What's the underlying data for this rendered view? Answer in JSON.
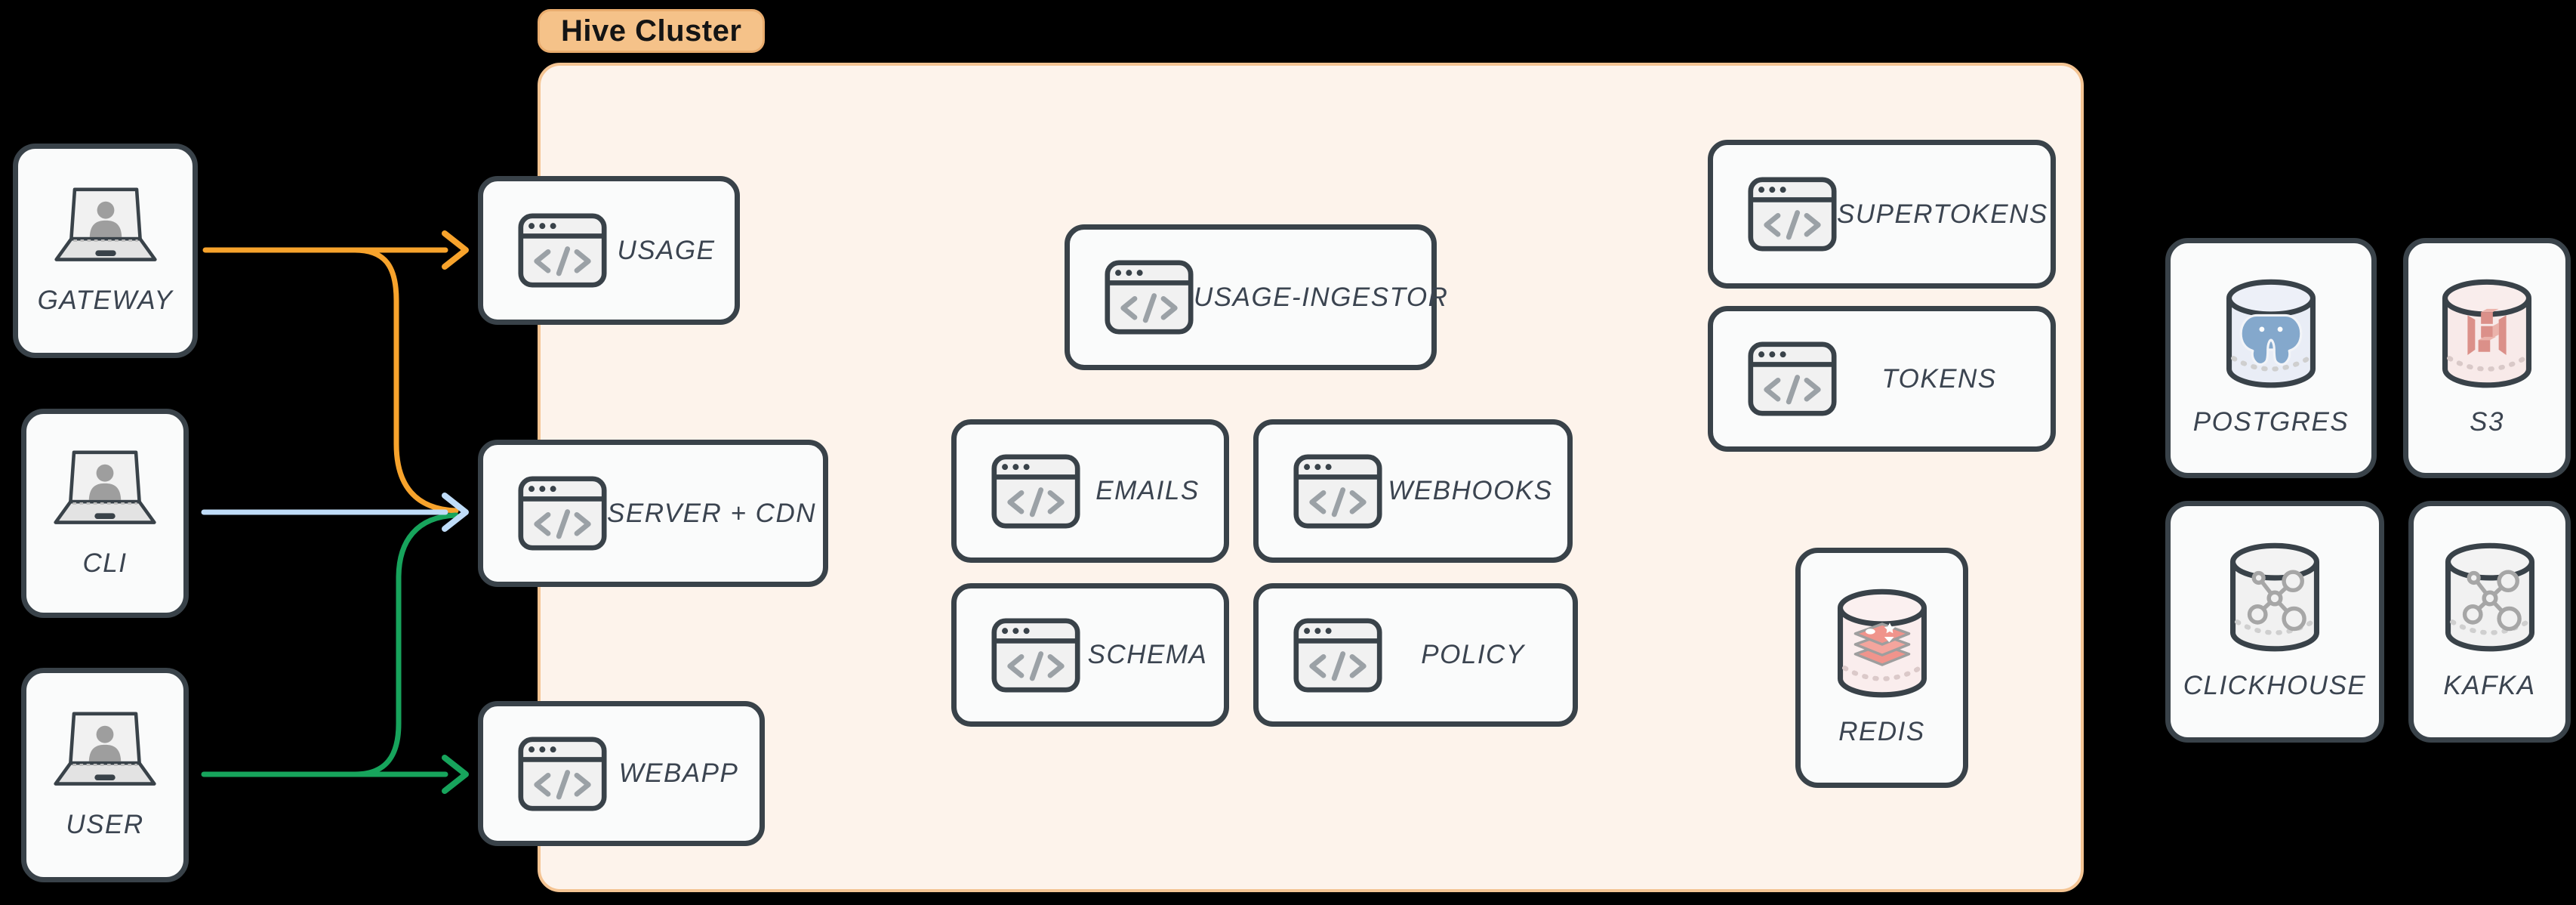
{
  "diagram": {
    "cluster": {
      "label": "Hive Cluster"
    },
    "clients": {
      "gateway": {
        "label": "GATEWAY"
      },
      "cli": {
        "label": "CLI"
      },
      "user": {
        "label": "USER"
      }
    },
    "services": {
      "usage": {
        "label": "USAGE"
      },
      "server_cdn": {
        "label": "SERVER + CDN"
      },
      "webapp": {
        "label": "WEBAPP"
      },
      "usage_ingestor": {
        "label": "USAGE-INGESTOR"
      },
      "emails": {
        "label": "EMAILS"
      },
      "webhooks": {
        "label": "WEBHOOKS"
      },
      "schema": {
        "label": "SCHEMA"
      },
      "policy": {
        "label": "POLICY"
      },
      "supertokens": {
        "label": "SUPERTOKENS"
      },
      "tokens": {
        "label": "TOKENS"
      }
    },
    "datastores": {
      "redis": {
        "label": "REDIS"
      },
      "postgres": {
        "label": "POSTGRES"
      },
      "s3": {
        "label": "S3"
      },
      "clickhouse": {
        "label": "CLICKHOUSE"
      },
      "kafka": {
        "label": "KAFKA"
      }
    },
    "edges": [
      {
        "from": "GATEWAY",
        "to": "USAGE",
        "color": "#F7A32C"
      },
      {
        "from": "GATEWAY",
        "to": "SERVER + CDN",
        "color": "#F7A32C"
      },
      {
        "from": "CLI",
        "to": "SERVER + CDN",
        "color": "#BFDCF8"
      },
      {
        "from": "USER",
        "to": "SERVER + CDN",
        "color": "#17A45C"
      },
      {
        "from": "USER",
        "to": "WEBAPP",
        "color": "#17A45C"
      }
    ],
    "colors": {
      "background": "#000000",
      "cluster_fill": "#FDF3EB",
      "cluster_border": "#F4C493",
      "badge_fill": "#F5C289",
      "node_fill": "#FAFBFB",
      "node_border": "#394249",
      "label_text": "#3B4450",
      "edge_orange": "#F7A32C",
      "edge_blue": "#BFDCF8",
      "edge_green": "#17A45C"
    }
  }
}
